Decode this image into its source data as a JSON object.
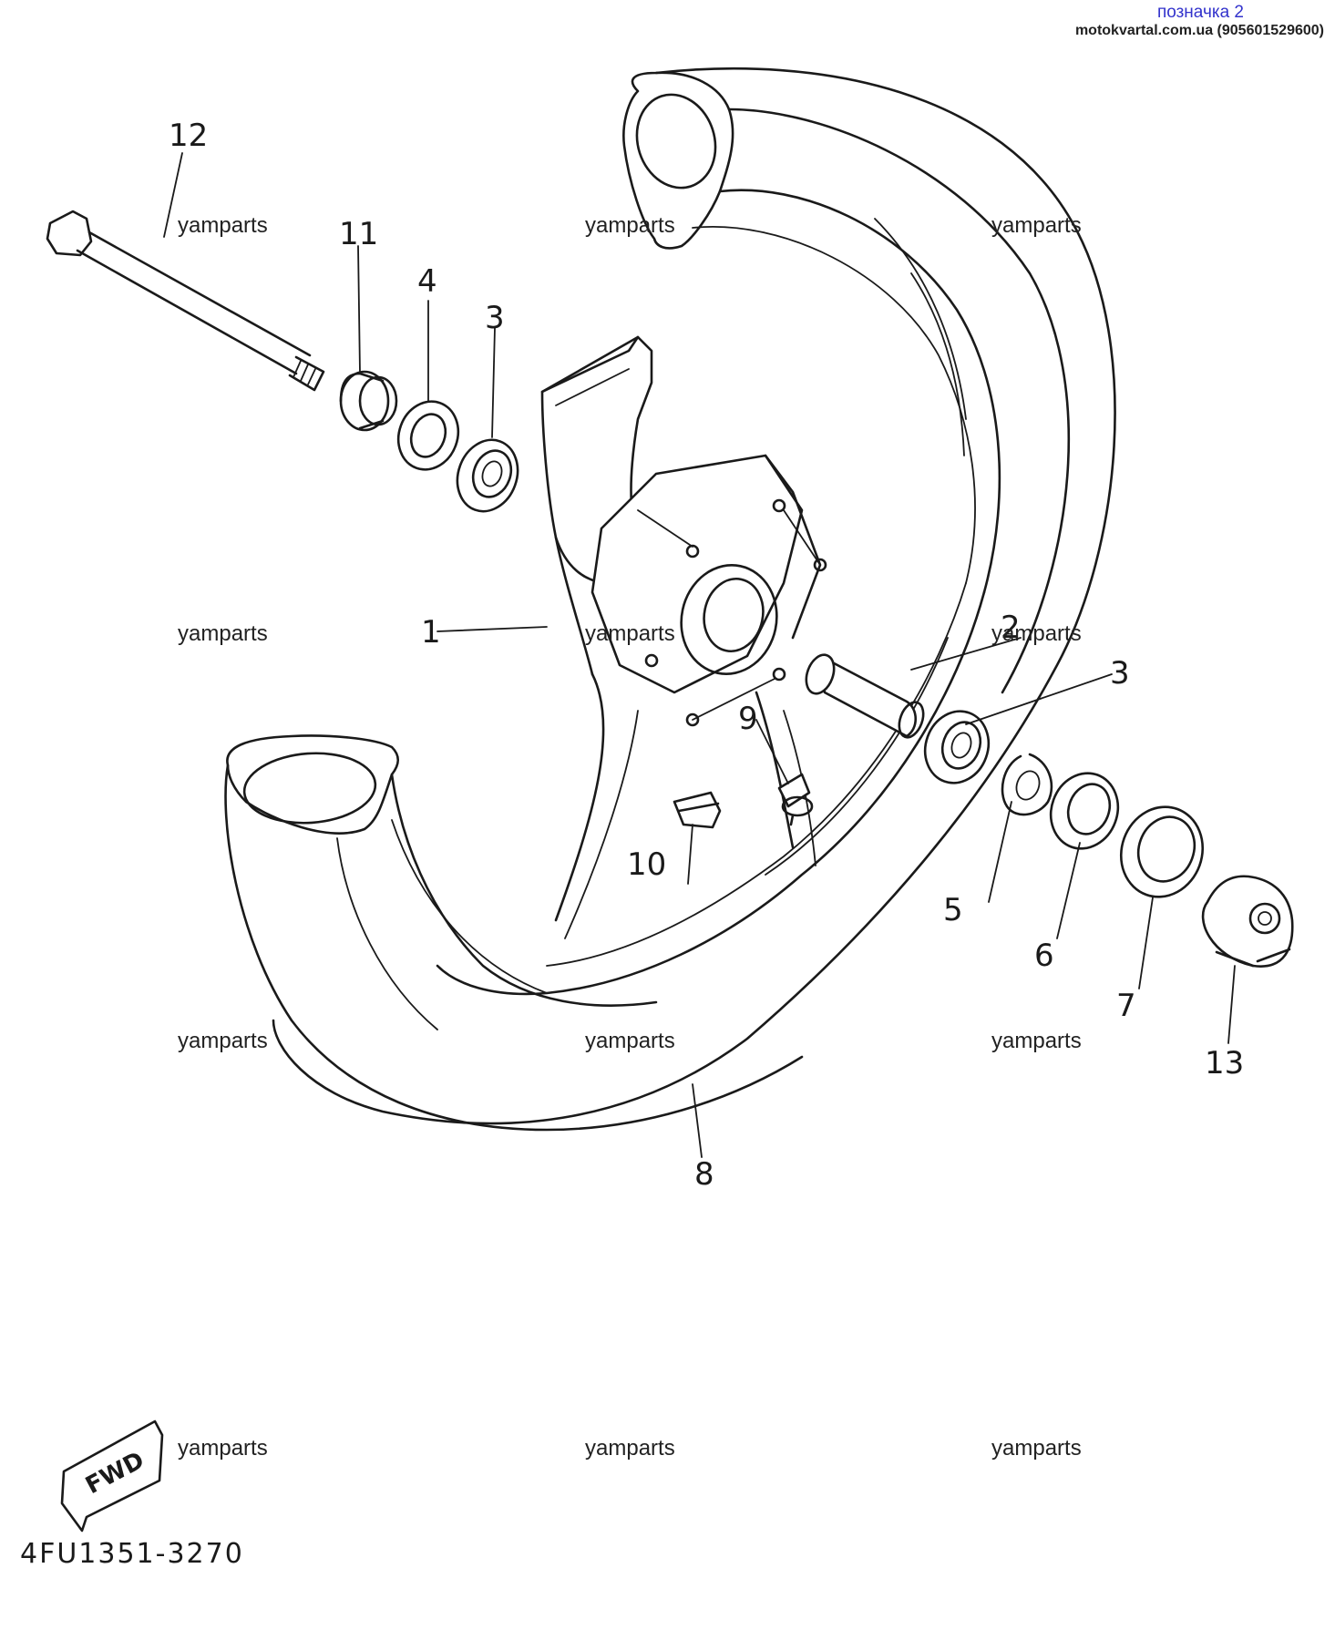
{
  "header": {
    "tag_text": "позначка 2",
    "site_text": "motokvartal.com.ua (905601529600)"
  },
  "diagram": {
    "part_code": "4FU1351-3270",
    "fwd_label": "FWD",
    "watermark": "yamparts",
    "callouts": {
      "c1": "1",
      "c2": "2",
      "c3a": "3",
      "c3b": "3",
      "c4": "4",
      "c5": "5",
      "c6": "6",
      "c7": "7",
      "c8": "8",
      "c9": "9",
      "c10": "10",
      "c11": "11",
      "c12": "12",
      "c13": "13"
    }
  },
  "colors": {
    "line": "#1a1a1a",
    "tag": "#3333cc",
    "background": "#ffffff"
  }
}
